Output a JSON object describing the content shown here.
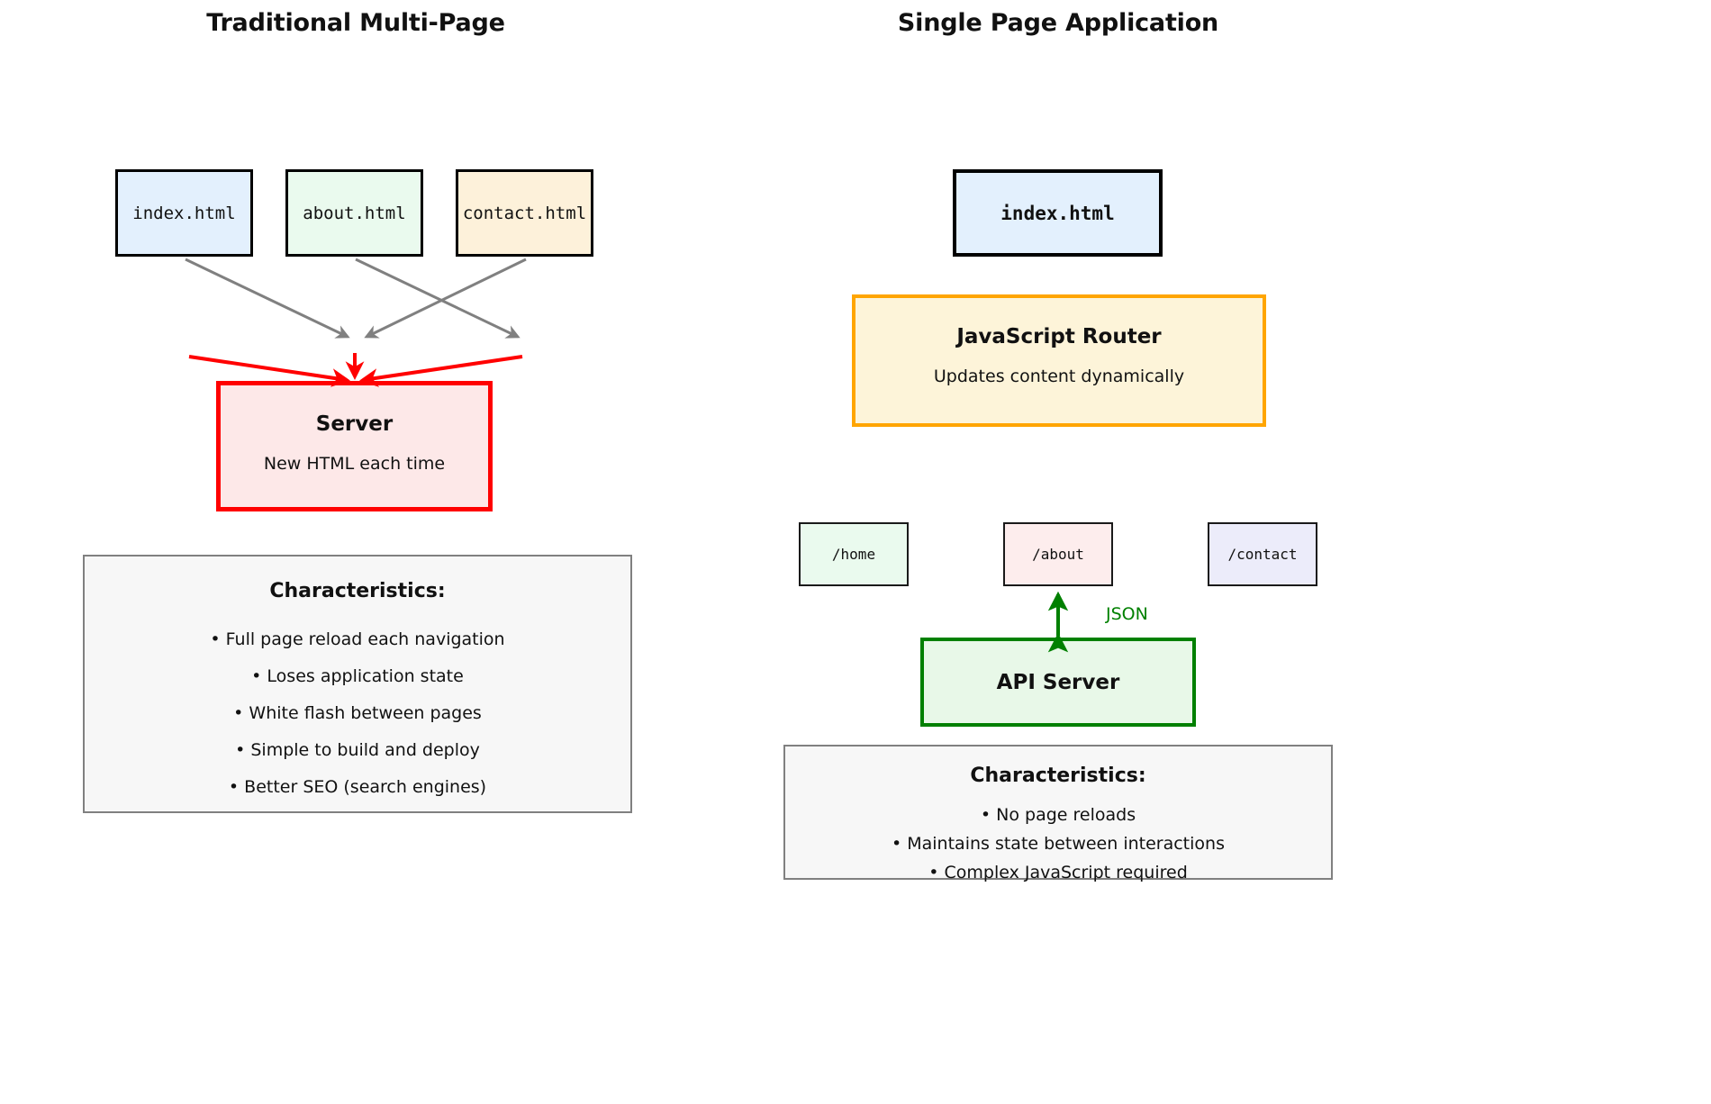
{
  "panels": {
    "left": {
      "title": "Traditional Multi-Page",
      "pages": [
        {
          "label": "index.html",
          "fill": "#e3f0fd",
          "stroke": "#000000"
        },
        {
          "label": "about.html",
          "fill": "#eafaee",
          "stroke": "#000000"
        },
        {
          "label": "contact.html",
          "fill": "#fdf1da",
          "stroke": "#000000"
        }
      ],
      "server": {
        "title": "Server",
        "subtitle": "New HTML each time",
        "fill": "#fde8e8",
        "stroke": "#ff0000"
      },
      "characteristics": {
        "heading": "Characteristics:",
        "items": [
          "• Full page reload each navigation",
          "• Loses application state",
          "• White flash between pages",
          "• Simple to build and deploy",
          "• Better SEO (search engines)"
        ]
      },
      "arrow_color_pages": "#808080",
      "arrow_color_server": "#ff0000"
    },
    "right": {
      "title": "Single Page Application",
      "index_page": {
        "label": "index.html",
        "fill": "#e3f0fd",
        "stroke": "#000000"
      },
      "router": {
        "title": "JavaScript Router",
        "subtitle": "Updates content dynamically",
        "fill": "#fdf4d9",
        "stroke": "#ffa500"
      },
      "routes": [
        {
          "label": "/home",
          "fill": "#eafaee",
          "stroke": "#1a1a1a"
        },
        {
          "label": "/about",
          "fill": "#fdeded",
          "stroke": "#1a1a1a"
        },
        {
          "label": "/contact",
          "fill": "#ececfa",
          "stroke": "#1a1a1a"
        }
      ],
      "api_server": {
        "title": "API Server",
        "fill": "#e8f8e8",
        "stroke": "#008000"
      },
      "json_arrow": {
        "label": "JSON",
        "color": "#008000"
      },
      "characteristics": {
        "heading": "Characteristics:",
        "items": [
          "• No page reloads",
          "• Maintains state between interactions",
          "• Complex JavaScript required"
        ]
      }
    }
  }
}
